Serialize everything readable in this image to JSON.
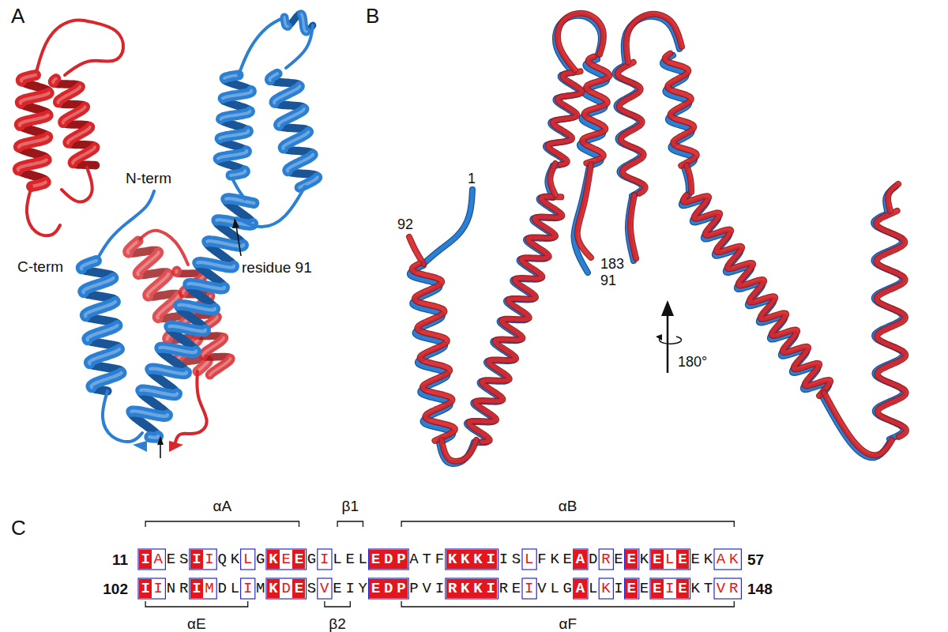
{
  "diagram": {
    "labels": [
      "A",
      "N-term",
      "C-term",
      "residue 91",
      "B",
      "1",
      "92",
      "183",
      "91",
      "180°",
      "C",
      "αA",
      "β1",
      "αB",
      "11",
      "IAESIIQKLGKEEGILELEDPATFKKKIISLFKEADREEKELEEKAK",
      "57",
      "102",
      "IINRIMDLIMKDESVEIYEDPPVIRKKIREIVLGALKIEEEIEKTVR",
      "148",
      "αE",
      "β2",
      "αF"
    ]
  }
}
